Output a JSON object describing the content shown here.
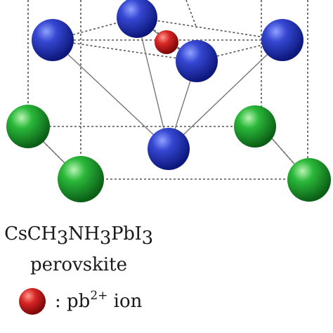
{
  "formula": {
    "prefix": "CsCH",
    "sub1": "3",
    "mid1": "NH",
    "sub2": "3",
    "mid2": "PbI",
    "sub3": "3"
  },
  "caption": "perovskite",
  "legend": {
    "prefix": ": pb",
    "superscript": "2+",
    "suffix": " ion",
    "marker_icon": "red-sphere-icon"
  },
  "colors": {
    "cation_green": "#1f9a2c",
    "anion_blue": "#1a2fa8",
    "lead_red": "#cc1f1f",
    "frame_line": "#555555"
  }
}
